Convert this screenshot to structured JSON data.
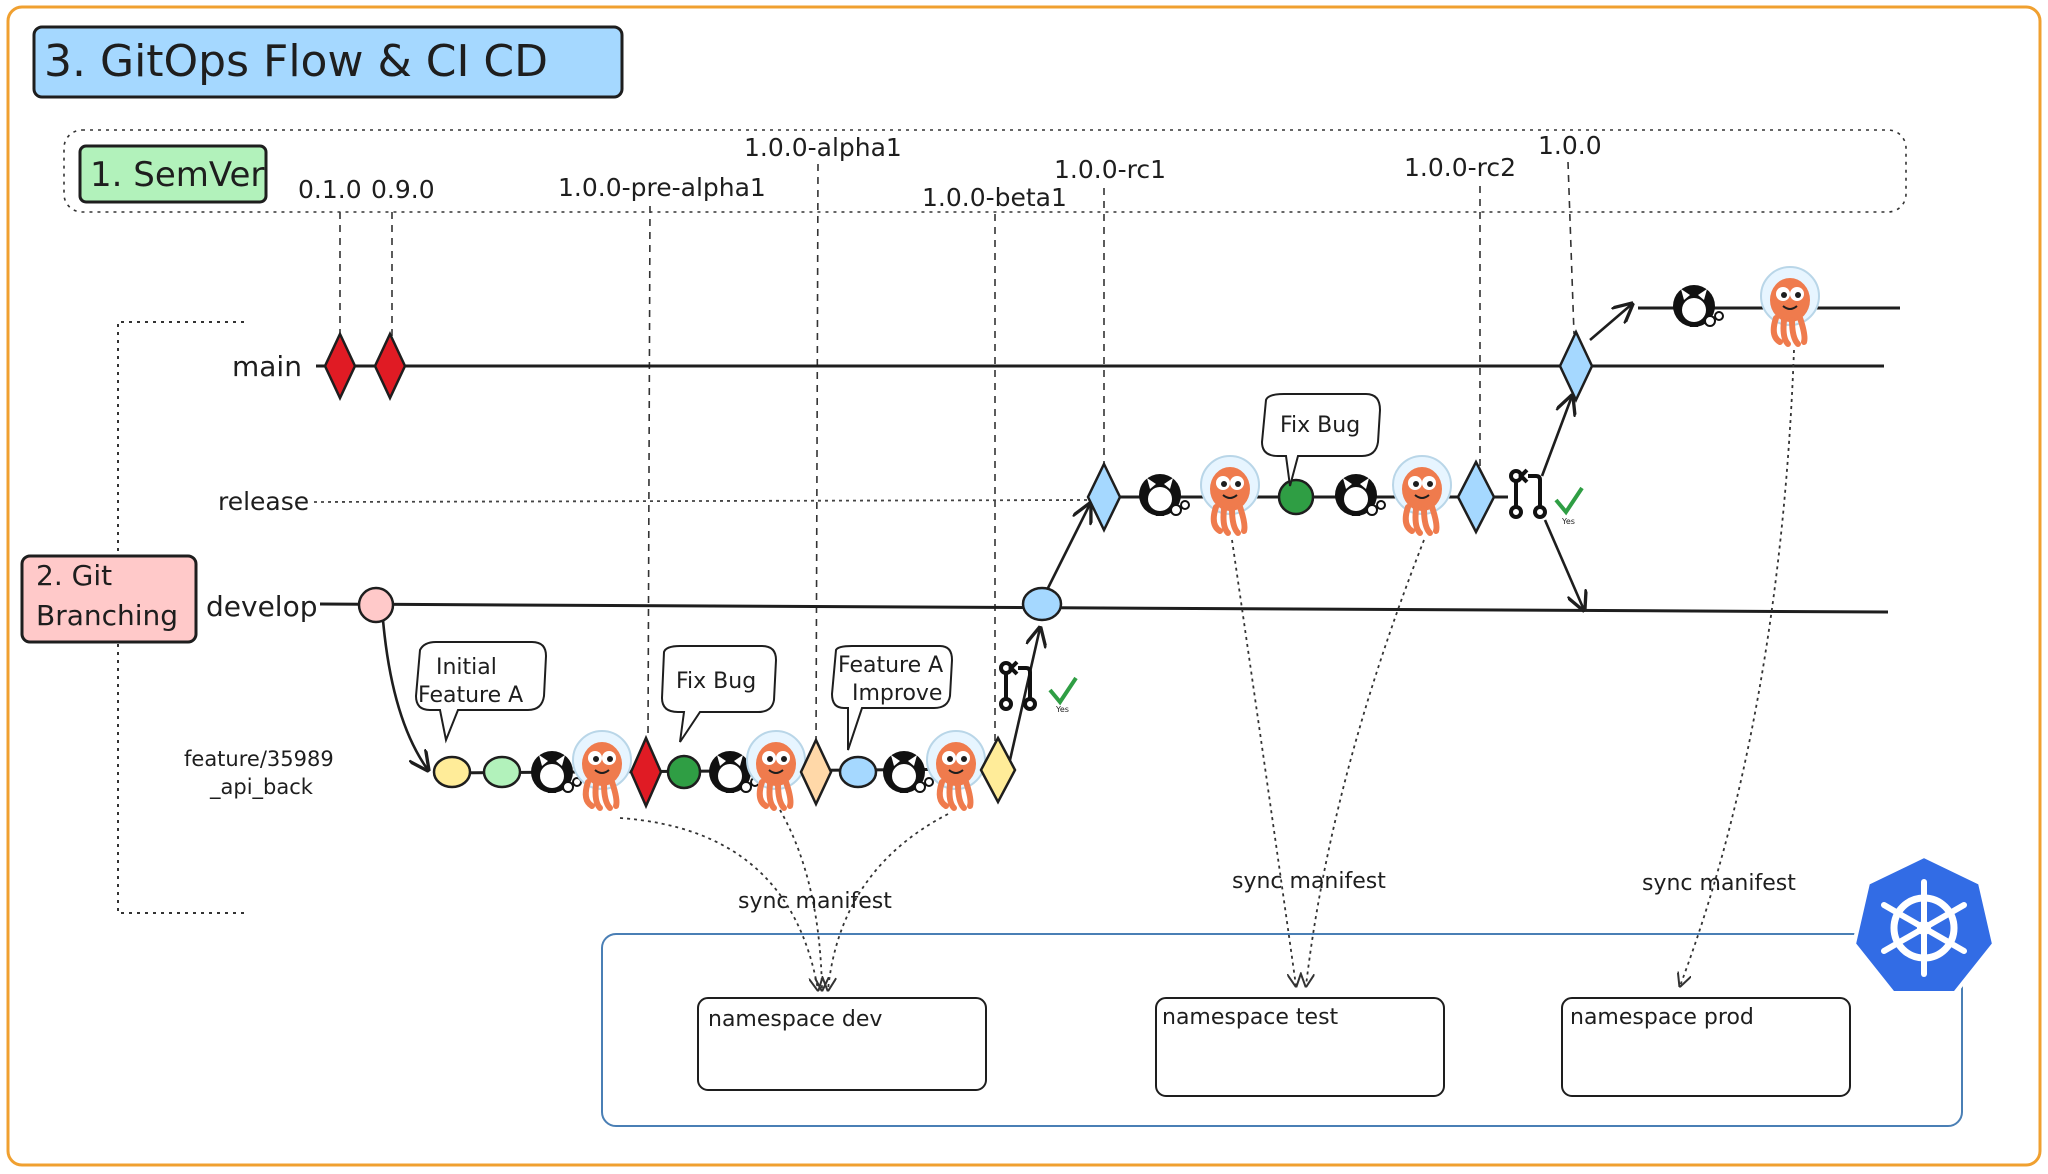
{
  "title": "3. GitOps Flow & CI CD",
  "sections": {
    "semver": "1. SemVer",
    "branching": [
      "2. Git",
      "Branching"
    ]
  },
  "branches": {
    "main": "main",
    "release": "release",
    "develop": "develop",
    "feature": [
      "feature/35989",
      "_api_back"
    ]
  },
  "versions": {
    "v010": "0.1.0",
    "v090": "0.9.0",
    "pre_alpha": "1.0.0-pre-alpha1",
    "alpha": "1.0.0-alpha1",
    "beta": "1.0.0-beta1",
    "rc1": "1.0.0-rc1",
    "rc2": "1.0.0-rc2",
    "final": "1.0.0"
  },
  "callouts": {
    "initial": [
      "Initial",
      "Feature A"
    ],
    "fixbug_feature": "Fix Bug",
    "improve": [
      "Feature A",
      "Improve"
    ],
    "fixbug_release": "Fix Bug"
  },
  "sync_label": "sync manifest",
  "namespaces": {
    "dev": "namespace dev",
    "test": "namespace test",
    "prod": "namespace prod"
  },
  "pr_approved": "Yes",
  "colors": {
    "frame": "#f0a030",
    "title_fill": "#a5d8ff",
    "semver_fill": "#b2f2bb",
    "branching_fill": "#ffc9c9",
    "tag_red": "#e01b24",
    "tag_orange": "#ffd8a8",
    "tag_yellow": "#ffec99",
    "tag_blue": "#a5d8ff",
    "commit_green": "#2f9e44",
    "argo_orange": "#ef7b4d",
    "k8s_blue": "#326ce5",
    "cluster_border": "#4a7fb5"
  }
}
